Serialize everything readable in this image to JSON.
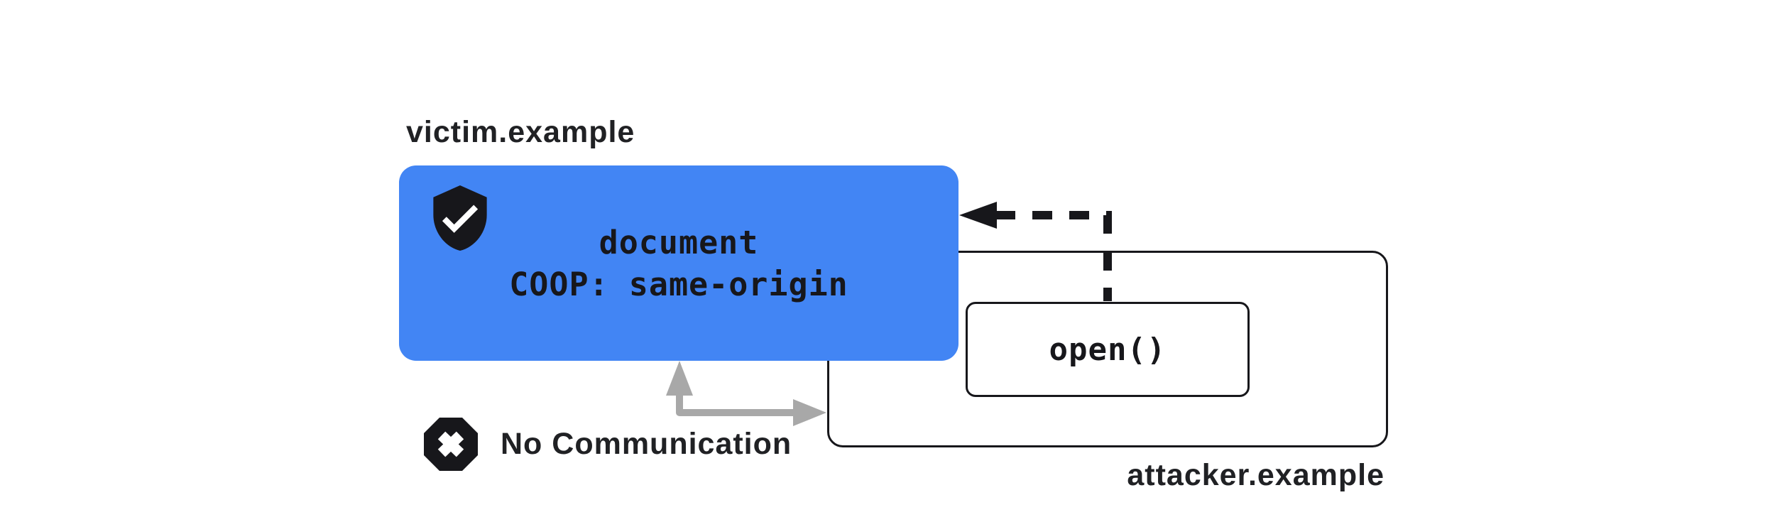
{
  "diagram": {
    "victim": {
      "domain_label": "victim.example",
      "box_line1": "document",
      "box_line2": "COOP: same-origin"
    },
    "attacker": {
      "domain_label": "attacker.example",
      "call_label": "open()"
    },
    "no_communication_label": "No Communication",
    "icons": {
      "shield": "shield-check-icon",
      "blocked": "octagon-x-icon"
    },
    "colors": {
      "victim_box": "#4285F4",
      "line": "#17171b",
      "gray_arrow": "#a8a8a8",
      "text": "#202124",
      "box_fill": "#ffffff"
    }
  }
}
